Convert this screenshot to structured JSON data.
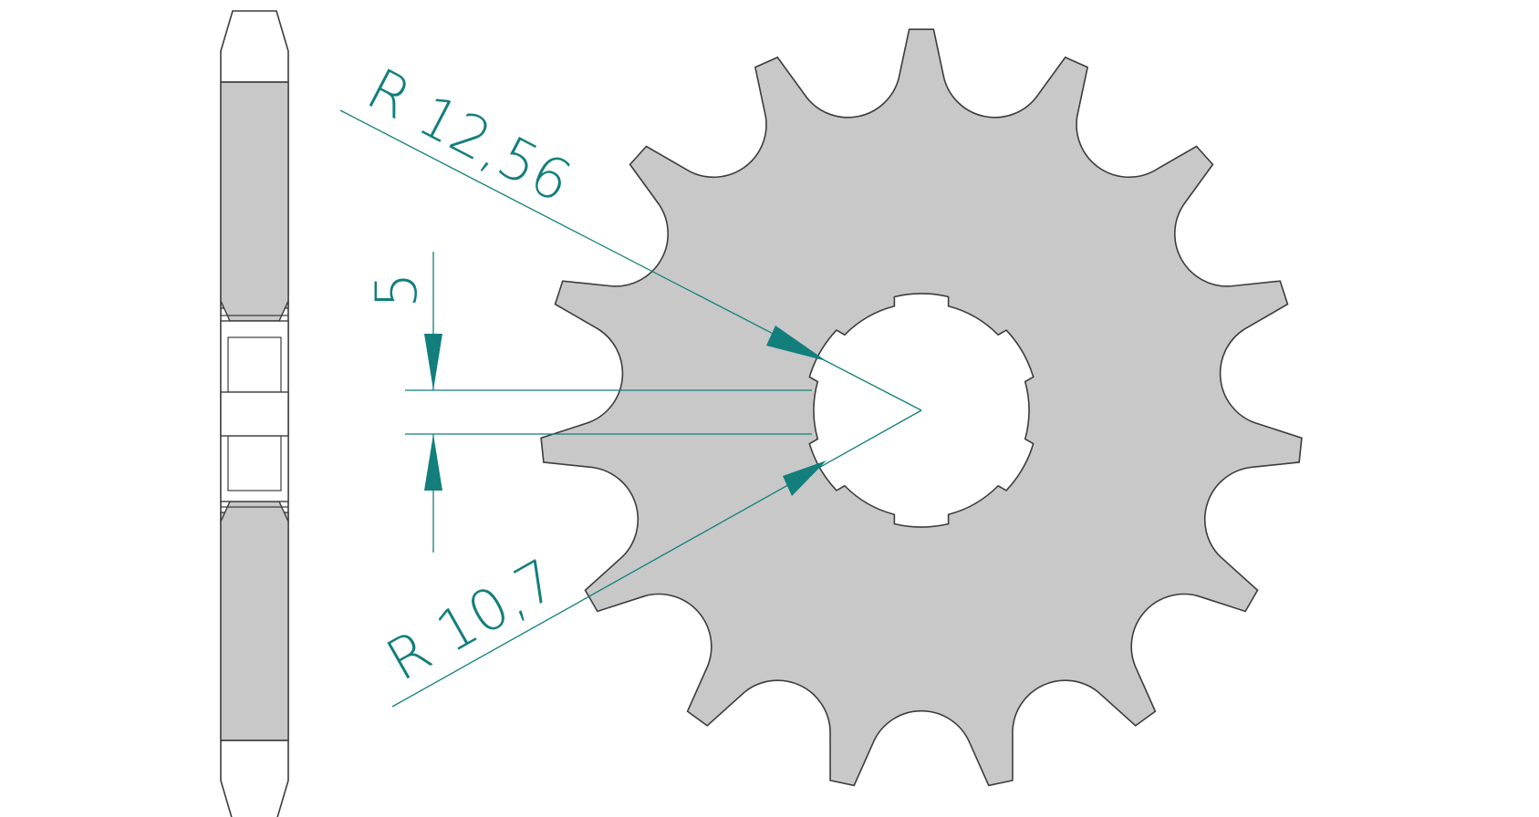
{
  "colors": {
    "part_fill": "#c8c8c8",
    "part_stroke": "#3c3c3c",
    "dimension": "#127f7c",
    "background": "#ffffff"
  },
  "sprocket": {
    "teeth": 15
  },
  "dimensions": {
    "outer_radius_label": "R  12,56",
    "inner_radius_label": "R  10,7",
    "spline_width_label": "5"
  }
}
